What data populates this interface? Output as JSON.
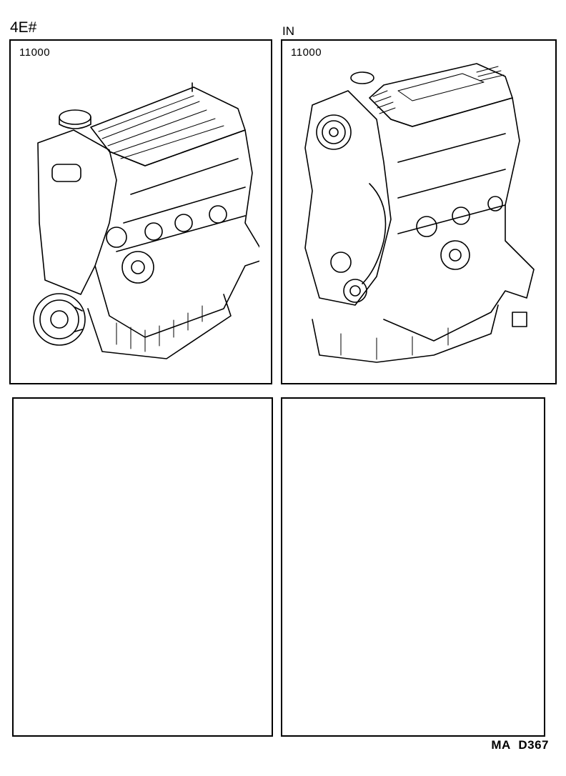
{
  "header": {
    "left_group_label": "4E#",
    "right_group_label": "IN"
  },
  "panels": [
    {
      "position": "top-left",
      "part_number": "11000",
      "illustration": "engine-assembly-exhaust-side"
    },
    {
      "position": "top-right",
      "part_number": "11000",
      "illustration": "engine-assembly-intake-side"
    },
    {
      "position": "bottom-left",
      "part_number": "",
      "illustration": ""
    },
    {
      "position": "bottom-right",
      "part_number": "",
      "illustration": ""
    }
  ],
  "footer": {
    "page_code": "MA D367"
  }
}
